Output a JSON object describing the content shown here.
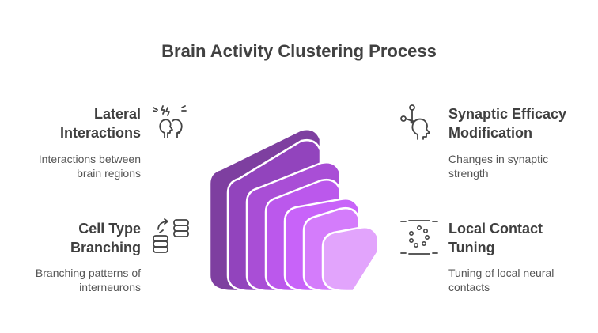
{
  "title": "Brain Activity Clustering Process",
  "items": [
    {
      "heading_line1": "Lateral",
      "heading_line2": "Interactions",
      "desc_line1": "Interactions between",
      "desc_line2": "brain regions",
      "icon": "two-heads-icon"
    },
    {
      "heading_line1": "Cell Type",
      "heading_line2": "Branching",
      "desc_line1": "Branching patterns of",
      "desc_line2": "interneurons",
      "icon": "database-branch-icon"
    },
    {
      "heading_line1": "Synaptic Efficacy",
      "heading_line2": "Modification",
      "desc_line1": "Changes in synaptic",
      "desc_line2": "strength",
      "icon": "head-network-icon"
    },
    {
      "heading_line1": "Local Contact",
      "heading_line2": "Tuning",
      "desc_line1": "Tuning of local neural",
      "desc_line2": "contacts",
      "icon": "dotted-circle-icon"
    }
  ],
  "colors": [
    "#7e3fa0",
    "#9244bd",
    "#a94ed6",
    "#bb58ec",
    "#c863f9",
    "#d47cfb",
    "#e2a4fc"
  ]
}
